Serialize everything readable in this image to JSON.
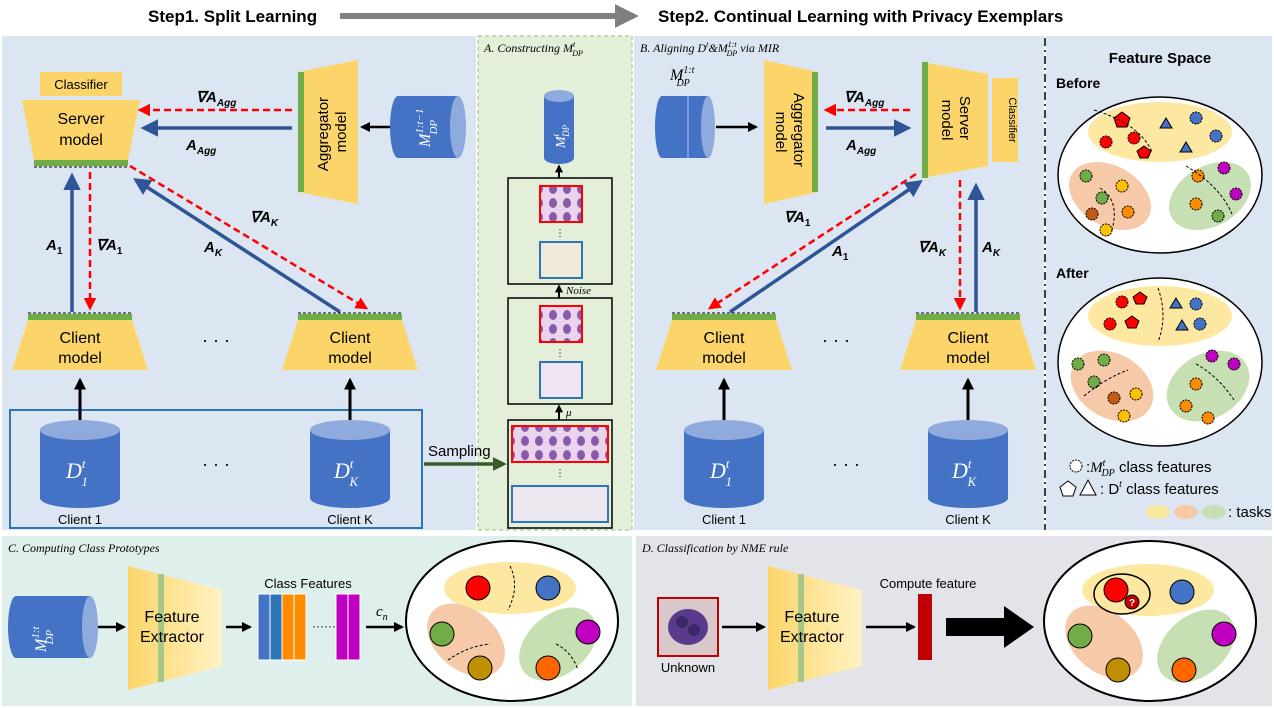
{
  "header": {
    "step1": "Step1. Split Learning",
    "step2": "Step2. Continual Learning with Privacy Exemplars"
  },
  "left_panel": {
    "classifier": "Classifier",
    "server_line1": "Server",
    "server_line2": "model",
    "aggregator_line1": "Aggregator",
    "aggregator_line2": "model",
    "grad_agg": "∇A",
    "grad_agg_sub": "Agg",
    "a_agg": "A",
    "a_agg_sub": "Agg",
    "a1": "A",
    "a1_sub": "1",
    "grad_a1": "∇A",
    "grad_a1_sub": "1",
    "ak": "A",
    "ak_sub": "K",
    "grad_ak": "∇A",
    "grad_ak_sub": "K",
    "client_line1": "Client",
    "client_line2": "model",
    "ellipsis": "· · ·",
    "d1": "D",
    "d1_sub": "1",
    "dk": "D",
    "dk_sub": "K",
    "d_sup": "t",
    "client1": "Client 1",
    "clientk": "Client K",
    "memory": "M",
    "memory_sup": "1:t−1",
    "memory_sub": "DP",
    "sampling": "Sampling"
  },
  "panel_a": {
    "title": "A. Constructing M",
    "title_sup": "t",
    "title_sub": "DP",
    "noise": "Noise",
    "mu": "μ"
  },
  "panel_b": {
    "title": "B. Aligning D",
    "title_rest": "&M",
    "title_sup2": "1:t",
    "title_sub2": "DP",
    "title_end": " via MIR",
    "memory_label": "M",
    "memory_sup": "1:t",
    "memory_sub": "DP"
  },
  "feature_space": {
    "title": "Feature Space",
    "before": "Before",
    "after": "After",
    "legend1_pre": ":",
    "legend1_m": "M",
    "legend1_sup": "t",
    "legend1_sub": "DP",
    "legend1_post": " class features",
    "legend2_pre": ":  D",
    "legend2_sup": "t",
    "legend2_post": " class features",
    "legend3": ": tasks"
  },
  "panel_c": {
    "title": "C. Computing Class Prototypes",
    "feature_line1": "Feature",
    "feature_line2": "Extractor",
    "class_features": "Class Features",
    "dots": "······",
    "cn": "c",
    "cn_sub": "n"
  },
  "panel_d": {
    "title": "D. Classification by NME rule",
    "unknown": "Unknown",
    "compute_feature": "Compute feature",
    "question": "?"
  },
  "colors": {
    "panel_blue": "#dbe6f2",
    "panel_green": "#e3efd8",
    "panel_teal": "#dff0ec",
    "panel_gray": "#e2e4ea",
    "yellow": "#fcd56a",
    "cylinder": "#4472c4",
    "arrow_blue": "#2f5597",
    "dash_red": "#ff0000",
    "green_bar": "#70ad47"
  }
}
